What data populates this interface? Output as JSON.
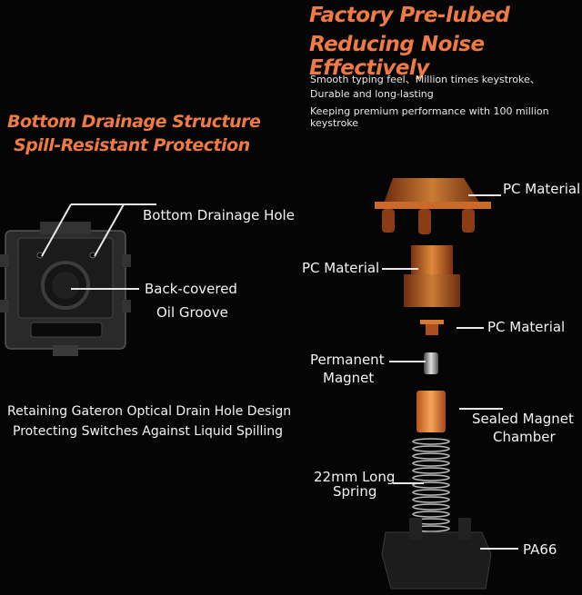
{
  "right_header": {
    "title_line1": "Factory Pre-lubed",
    "title_line2": "Reducing Noise Effectively",
    "desc": [
      "Smooth typing feel、Million times keystroke、",
      "Durable and long-lasting",
      "Keeping premium performance with 100 million keystroke"
    ]
  },
  "left_header": {
    "title_line1": "Bottom Drainage Structure",
    "title_line2": "Spill-Resistant Protection"
  },
  "left_callouts": {
    "drain_hole": "Bottom Drainage Hole",
    "oil_groove_1": "Back-covered",
    "oil_groove_2": "Oil Groove"
  },
  "left_caption": {
    "line1": "Retaining Gateron Optical Drain Hole Design",
    "line2": "Protecting Switches Against Liquid Spilling"
  },
  "exploded_labels": {
    "top_housing": "PC Material",
    "stem": "PC Material",
    "small_part": "PC Material",
    "magnet_1": "Permanent",
    "magnet_2": "Magnet",
    "chamber_1": "Sealed Magnet",
    "chamber_2": "Chamber",
    "spring_1": "22mm Long",
    "spring_2": "Spring",
    "bottom_housing": "PA66"
  },
  "colors": {
    "accent": "#f07a43",
    "background": "#050505",
    "amber_part": "#d9782e"
  }
}
